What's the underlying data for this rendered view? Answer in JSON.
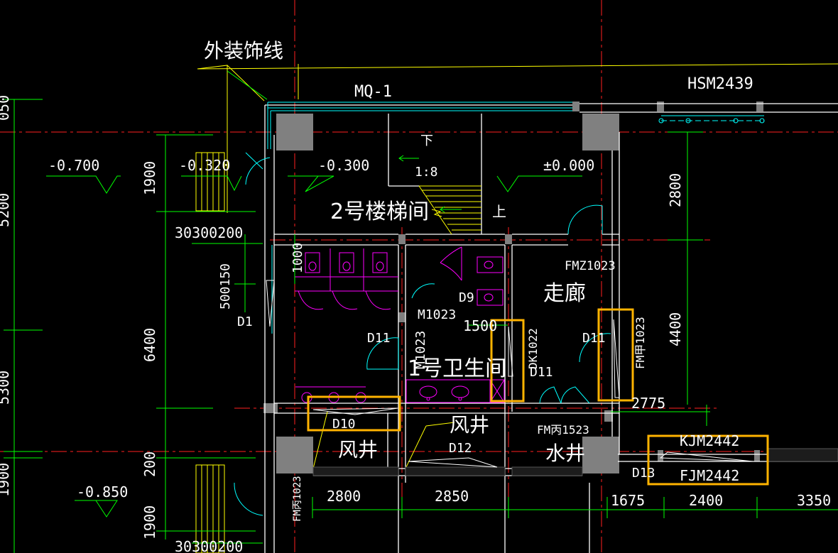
{
  "drawing": {
    "title_line": "外装饰线",
    "curtain_wall": "MQ-1",
    "shop_door_top": "HSM2439",
    "stair_room": "2号楼梯间",
    "stair_down": "下",
    "stair_ratio": "1:8",
    "stair_up": "上",
    "corridor": "走廊",
    "toilet": "1号卫生间",
    "shaft_air_1": "风井",
    "shaft_air_2": "风井",
    "shaft_water": "水井"
  },
  "levels": [
    "-0.700",
    "-0.320",
    "-0.300",
    "±0.000",
    "-0.850"
  ],
  "dims": {
    "left_1900_top": "1900",
    "left_6400": "6400",
    "left_1900_bottom": "1900",
    "left_200": "200",
    "left_1000": "1000",
    "left_500_150": "500150",
    "row_300_300_200_top": "30300200",
    "row_300_300_200_bottom": "30300200",
    "right_2800": "2800",
    "right_4400": "4400",
    "right_2775": "2775",
    "bottom_2800": "2800",
    "bottom_2850": "2850",
    "bottom_1675": "1675",
    "bottom_2400": "2400",
    "bottom_3350": "3350",
    "toilet_1500": "1500",
    "edge_left_a": "5200",
    "edge_left_b": "5300",
    "edge_left_c": "1900",
    "edge_left_top": "050"
  },
  "doors": {
    "fmz": "FMZ1023",
    "d9": "D9",
    "m1023_a": "M1023",
    "m1023_b": "M1023",
    "d11_a": "D11",
    "d11_b": "D11",
    "d11_c": "D11",
    "dk1022": "DK1022",
    "fm_yi_right": "FM甲1023",
    "d1": "D1",
    "d10": "D10",
    "d12": "D12",
    "fm_c": "FM丙1523",
    "kjm": "KJM2442",
    "fjm": "FJM2442",
    "d13": "D13",
    "fm_c_left": "FM丙1023"
  },
  "colors": {
    "wall": "#ffffff",
    "axis": "#ff2020",
    "dim": "#00ff00",
    "window": "#00ffff",
    "fixture": "#ff00ff",
    "stair": "#ffff00",
    "column": "#808080",
    "highlight": "#ffb300"
  }
}
